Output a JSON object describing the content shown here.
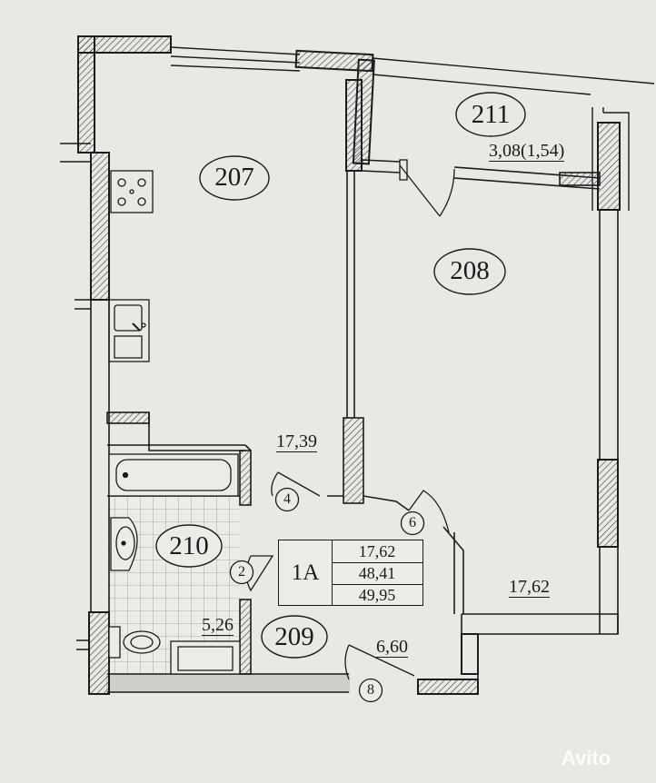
{
  "rooms": [
    {
      "id": "kitchen",
      "number": "207",
      "area": "17,39"
    },
    {
      "id": "bedroom",
      "number": "208",
      "area": "17,62"
    },
    {
      "id": "hall",
      "number": "209",
      "area": "6,60"
    },
    {
      "id": "bathroom",
      "number": "210",
      "area": "5,26"
    },
    {
      "id": "loggia",
      "number": "211",
      "area": "3,08(1,54)"
    }
  ],
  "doors": [
    "4",
    "6",
    "2",
    "8"
  ],
  "summary": {
    "code": "1A",
    "values": [
      "17,62",
      "48,41",
      "49,95"
    ]
  },
  "watermark": "Avito",
  "colors": {
    "wall": "#1b1b1b",
    "hatch": "#3a3a3a",
    "paper": "#e9e8e4"
  }
}
